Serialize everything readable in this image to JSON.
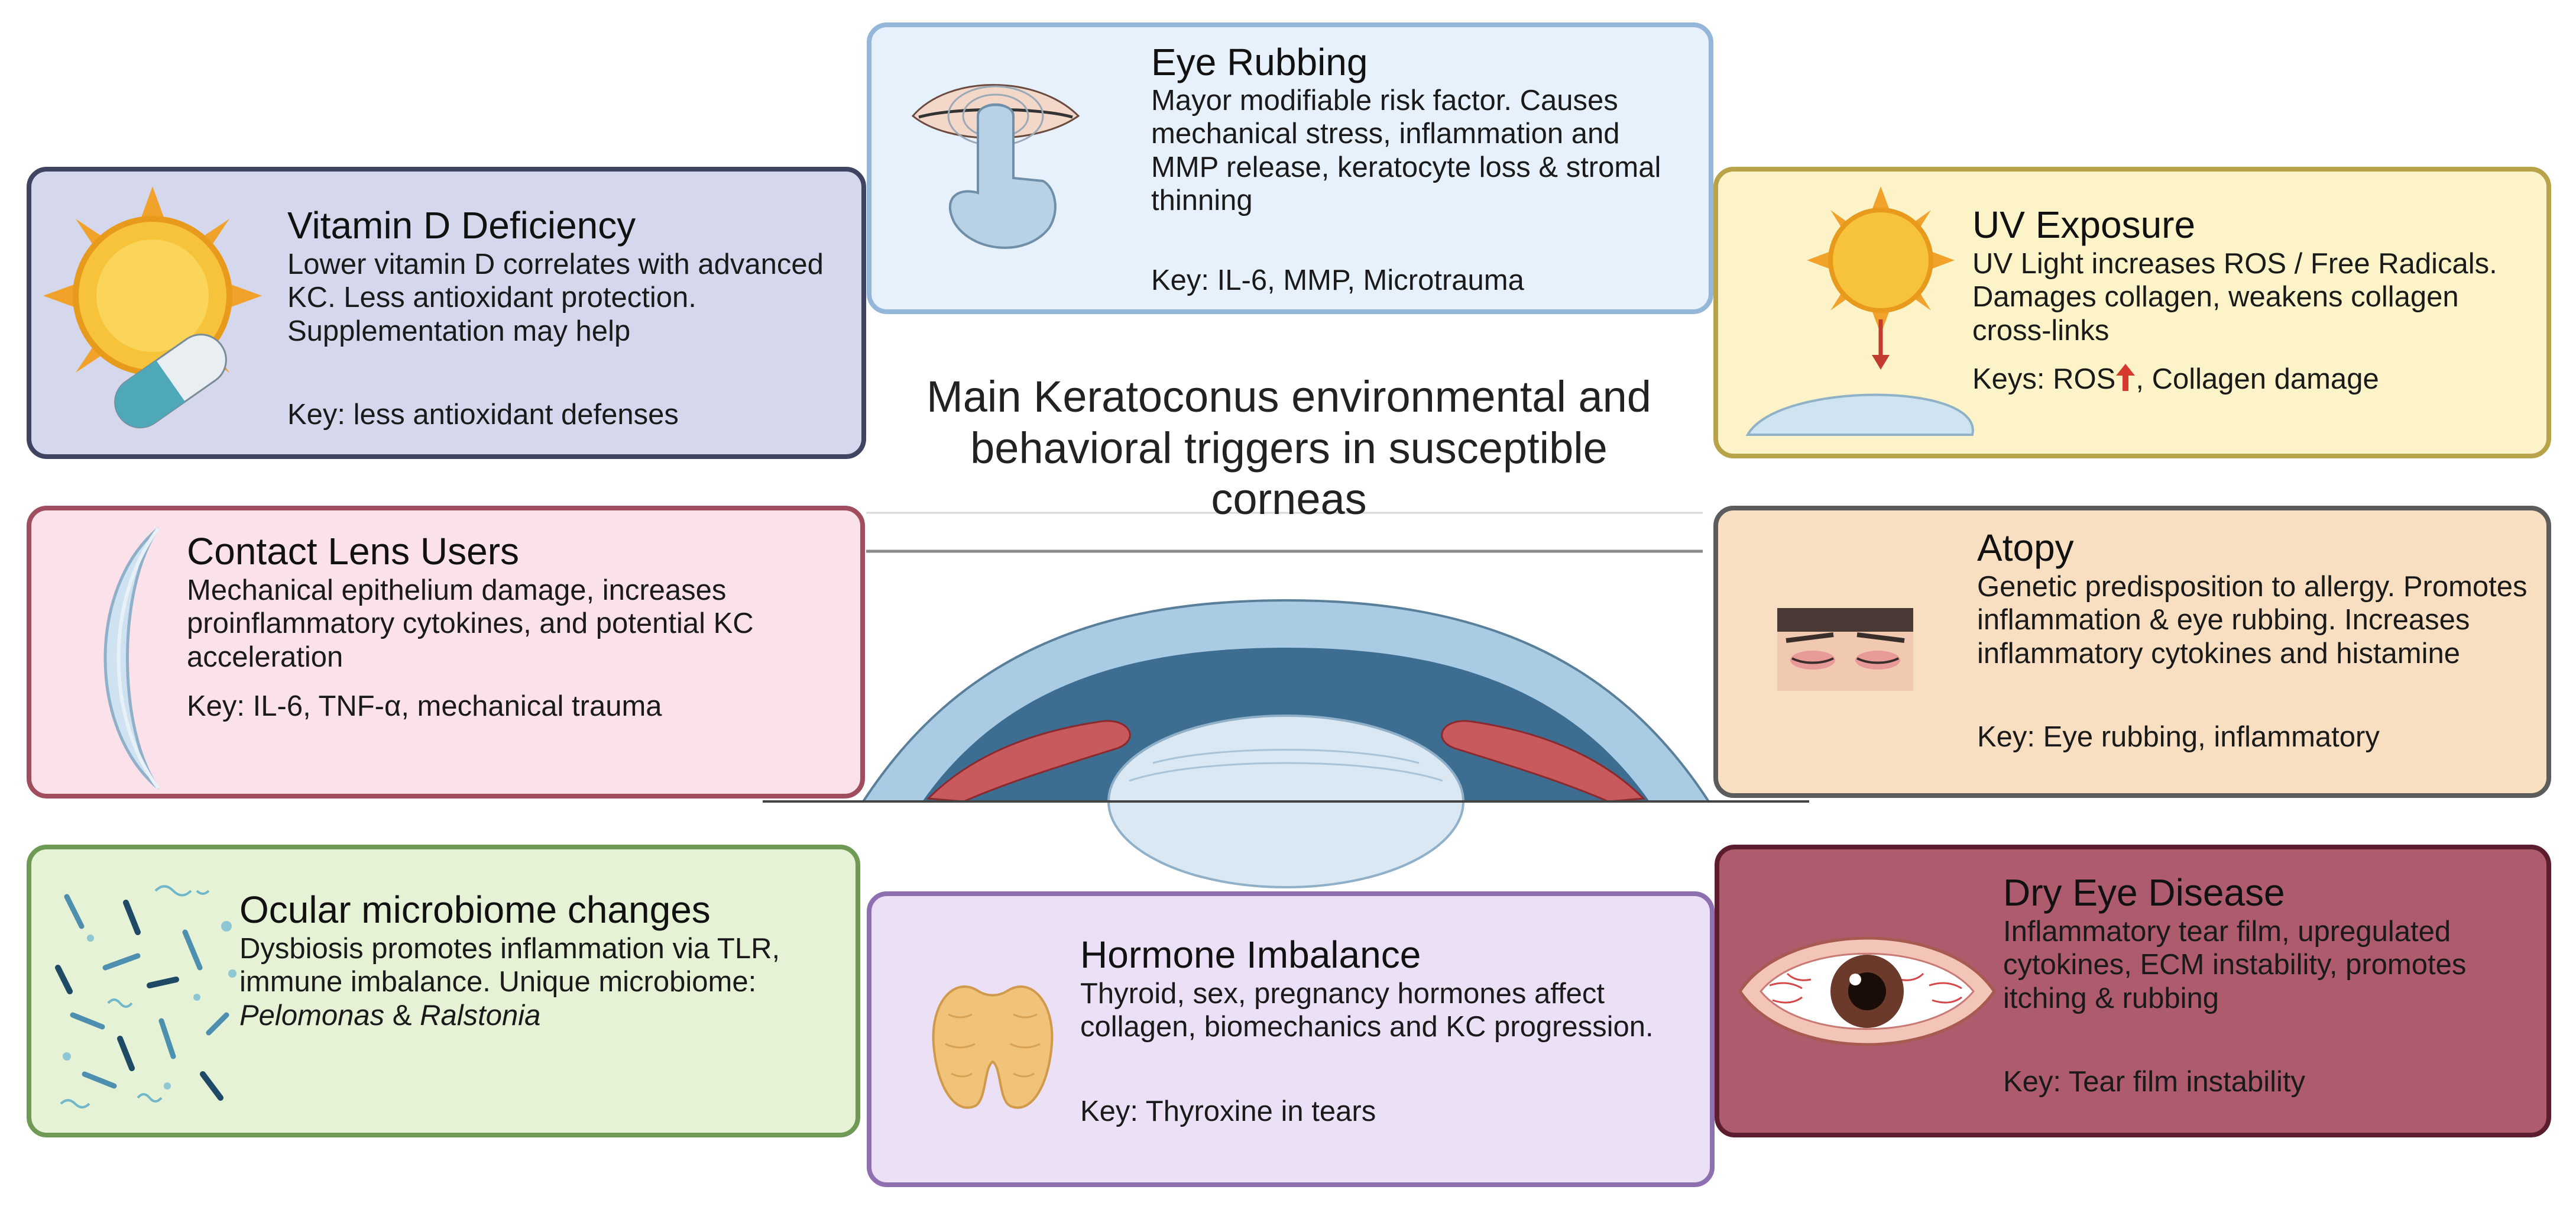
{
  "main_title": "Main Keratoconus environmental and behavioral triggers in susceptible corneas",
  "colors": {
    "vitamin_d_fill": "#d5d8ec",
    "vitamin_d_border": "#3f4460",
    "eye_rubbing_fill": "#e6f1fc",
    "eye_rubbing_border": "#93b6d9",
    "uv_fill": "#fcf3c8",
    "uv_border": "#b8a24a",
    "contact_lens_fill": "#fbe1ea",
    "contact_lens_border": "#a04e5e",
    "atopy_fill": "#f8dfc1",
    "atopy_border": "#5c5c5c",
    "microbiome_fill": "#e6f2d5",
    "microbiome_border": "#6f9a55",
    "hormone_fill": "#ece0f6",
    "hormone_border": "#8e6fb0",
    "dry_eye_fill": "#ad5b6d",
    "dry_eye_border": "#5c1e2e"
  },
  "boxes": {
    "vitamin_d": {
      "title": "Vitamin D Deficiency",
      "description": "Lower vitamin D correlates with advanced KC. Less antioxidant protection. Supplementation may help",
      "key": "Key: less antioxidant defenses",
      "icon": "sun-with-capsule-icon"
    },
    "eye_rubbing": {
      "title": "Eye Rubbing",
      "description": "Mayor modifiable risk factor. Causes mechanical stress, inflammation and MMP release, keratocyte loss & stromal thinning",
      "key": "Key: IL-6, MMP, Microtrauma",
      "icon": "finger-rubbing-eye-icon"
    },
    "uv": {
      "title": "UV Exposure",
      "description": "UV Light increases ROS / Free Radicals. Damages collagen, weakens collagen cross-links",
      "key_prefix": "Keys: ROS",
      "key_suffix": ", Collagen damage",
      "icon": "sun-over-cornea-icon"
    },
    "contact_lens": {
      "title": "Contact Lens Users",
      "description": "Mechanical epithelium damage, increases proinflammatory cytokines, and potential KC acceleration",
      "key": "Key: IL-6, TNF-α, mechanical trauma",
      "icon": "contact-lens-icon"
    },
    "atopy": {
      "title": "Atopy",
      "description": "Genetic predisposition to allergy. Promotes inflammation & eye rubbing. Increases inflammatory cytokines and histamine",
      "key": "Key: Eye rubbing, inflammatory",
      "icon": "irritated-eyes-icon"
    },
    "microbiome": {
      "title": "Ocular microbiome changes",
      "description": "Dysbiosis promotes inflammation via TLR, immune imbalance. Unique microbiome: ",
      "species_1": "Pelomonas",
      "conjunction": " & ",
      "species_2": "Ralstonia",
      "icon": "bacteria-icon"
    },
    "hormone": {
      "title": "Hormone Imbalance",
      "description": "Thyroid, sex, pregnancy hormones affect collagen, biomechanics and KC progression.",
      "key": "Key: Thyroxine in tears",
      "icon": "thyroid-gland-icon"
    },
    "dry_eye": {
      "title": "Dry Eye Disease",
      "description": "Inflammatory tear film, upregulated cytokines, ECM instability, promotes itching & rubbing",
      "key": "Key: Tear film instability",
      "icon": "red-eye-icon"
    }
  }
}
